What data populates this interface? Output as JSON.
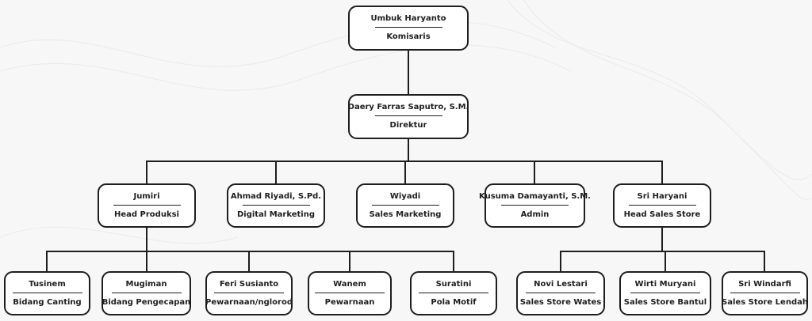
{
  "org_chart": {
    "komisaris": {
      "name": "Umbuk Haryanto",
      "role": "Komisaris"
    },
    "direktur": {
      "name": "Daery Farras Saputro, S.M.",
      "role": "Direktur"
    },
    "level2": [
      {
        "name": "Jumiri",
        "role": "Head Produksi"
      },
      {
        "name": "Ahmad Riyadi, S.Pd.",
        "role": "Digital Marketing"
      },
      {
        "name": "Wiyadi",
        "role": "Sales Marketing"
      },
      {
        "name": "Kusuma Damayanti, S.M.",
        "role": "Admin"
      },
      {
        "name": "Sri Haryani",
        "role": "Head Sales Store"
      }
    ],
    "produksi_team": [
      {
        "name": "Tusinem",
        "role": "Bidang Canting"
      },
      {
        "name": "Mugiman",
        "role": "Bidang Pengecapan"
      },
      {
        "name": "Feri Susianto",
        "role": "Pewarnaan/nglorod"
      },
      {
        "name": "Wanem",
        "role": "Pewarnaan"
      },
      {
        "name": "Suratini",
        "role": "Pola Motif"
      }
    ],
    "store_team": [
      {
        "name": "Novi Lestari",
        "role": "Sales Store Wates"
      },
      {
        "name": "Wirti Muryani",
        "role": "Sales Store Bantul"
      },
      {
        "name": "Sri Windarfi",
        "role": "Sales Store Lendah"
      }
    ]
  },
  "colors": {
    "line": "#1e1e1e",
    "box_fill": "#ffffff",
    "background": "#f7f7f7"
  }
}
